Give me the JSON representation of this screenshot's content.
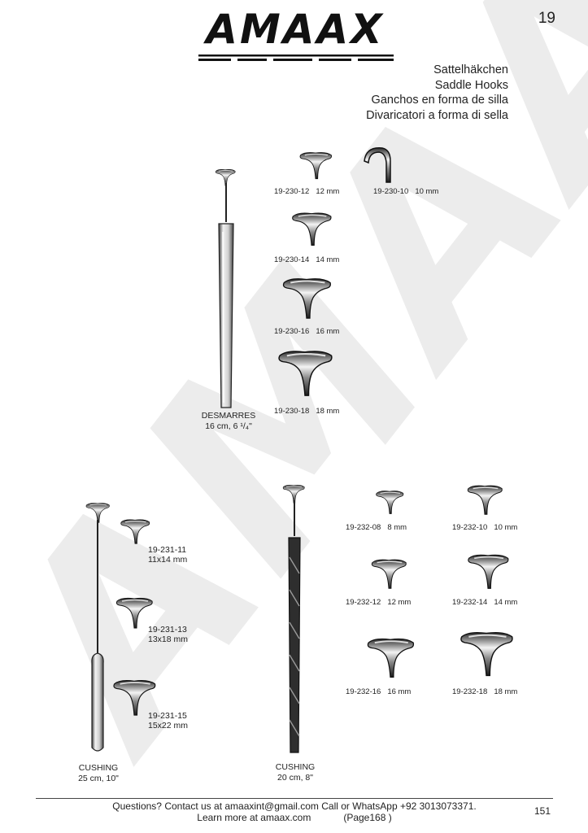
{
  "brand": {
    "logo_text": "AMAAX"
  },
  "page_number": "19",
  "titles": [
    "Sattelhäkchen",
    "Saddle Hooks",
    "Ganchos en forma de silla",
    "Divaricatori a forma di sella"
  ],
  "section1": {
    "instrument": {
      "name": "DESMARRES",
      "size": "16 cm, 6 ¹/₄\""
    },
    "items": [
      {
        "code": "19-230-12",
        "size": "12 mm"
      },
      {
        "code": "19-230-10",
        "size": "10 mm"
      },
      {
        "code": "19-230-14",
        "size": "14 mm"
      },
      {
        "code": "19-230-16",
        "size": "16 mm"
      },
      {
        "code": "19-230-18",
        "size": "18 mm"
      }
    ]
  },
  "section2": {
    "instrument": {
      "name": "CUSHING",
      "size": "25 cm, 10\""
    },
    "items": [
      {
        "code": "19-231-11",
        "size": "11x14 mm"
      },
      {
        "code": "19-231-13",
        "size": "13x18 mm"
      },
      {
        "code": "19-231-15",
        "size": "15x22 mm"
      }
    ]
  },
  "section3": {
    "instrument": {
      "name": "CUSHING",
      "size": "20 cm, 8\""
    },
    "items": [
      {
        "code": "19-232-08",
        "size": "8 mm"
      },
      {
        "code": "19-232-10",
        "size": "10 mm"
      },
      {
        "code": "19-232-12",
        "size": "12 mm"
      },
      {
        "code": "19-232-14",
        "size": "14 mm"
      },
      {
        "code": "19-232-16",
        "size": "16 mm"
      },
      {
        "code": "19-232-18",
        "size": "18 mm"
      }
    ]
  },
  "footer": {
    "line1": "Questions? Contact us at amaaxint@gmail.com Call or WhatsApp +92 3013073371.",
    "line2": "Learn more at amaax.com            (Page168 )",
    "page": "151"
  },
  "colors": {
    "ink": "#1a1a1a",
    "watermark": "#ededed"
  }
}
